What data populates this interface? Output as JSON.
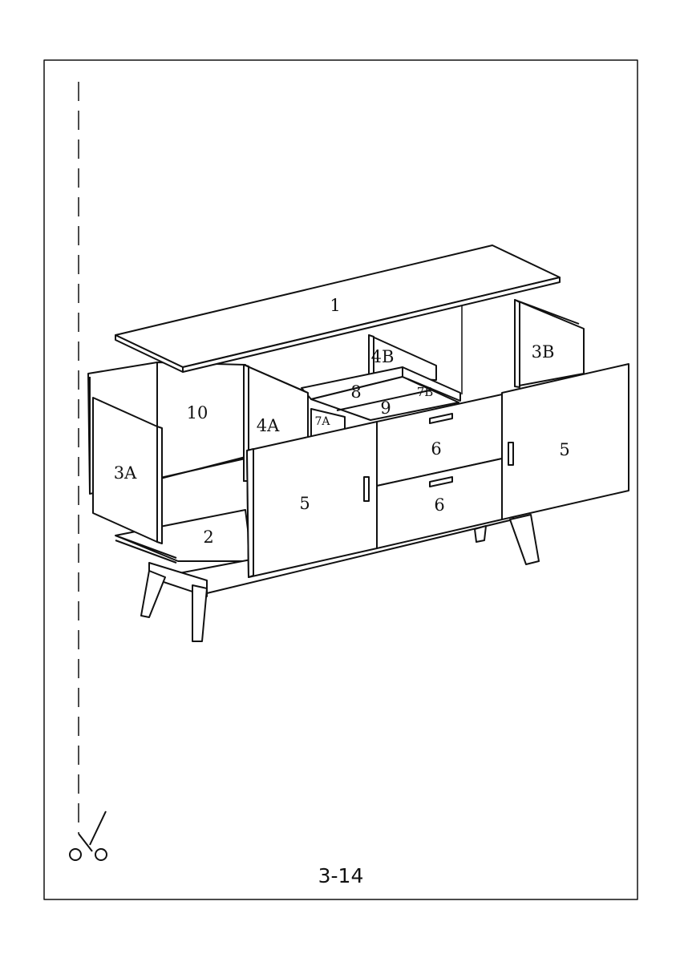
{
  "diagram": {
    "parts": {
      "top_panel": "1",
      "bottom_panel": "2",
      "left_side": "3A",
      "right_side": "3B",
      "left_divider": "4A",
      "right_divider": "4B",
      "left_door": "5",
      "right_door": "5",
      "upper_drawer": "6",
      "lower_drawer": "6",
      "drawer_runner_left": "7A",
      "drawer_runner_right": "7B",
      "shelf_back": "8",
      "shelf": "9",
      "back_panel": "10"
    },
    "page_number": "3-14"
  },
  "colors": {
    "line": "#111111",
    "panel_fill": "#ffffff"
  }
}
